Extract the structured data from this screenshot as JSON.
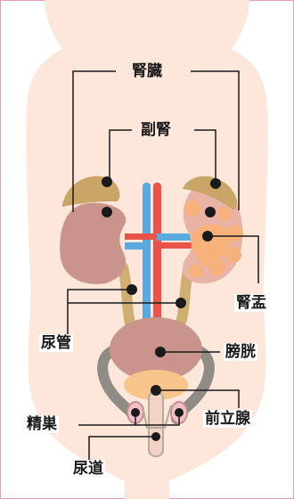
{
  "labels": {
    "kidney": "腎臓",
    "adrenal": "副腎",
    "renal_pelvis": "腎盂",
    "ureter": "尿管",
    "bladder": "膀胱",
    "prostate": "前立腺",
    "testis": "精巣",
    "urethra": "尿道"
  },
  "colors": {
    "frame": "#e39bb4",
    "skin": "#fde6da",
    "kidney": "#c9948c",
    "adrenal": "#c9a567",
    "ureter": "#cfae72",
    "artery": "#e8534b",
    "vein": "#5aa9e0",
    "prostate": "#f7c58a",
    "renal_pelvis": "#f6b27a"
  }
}
